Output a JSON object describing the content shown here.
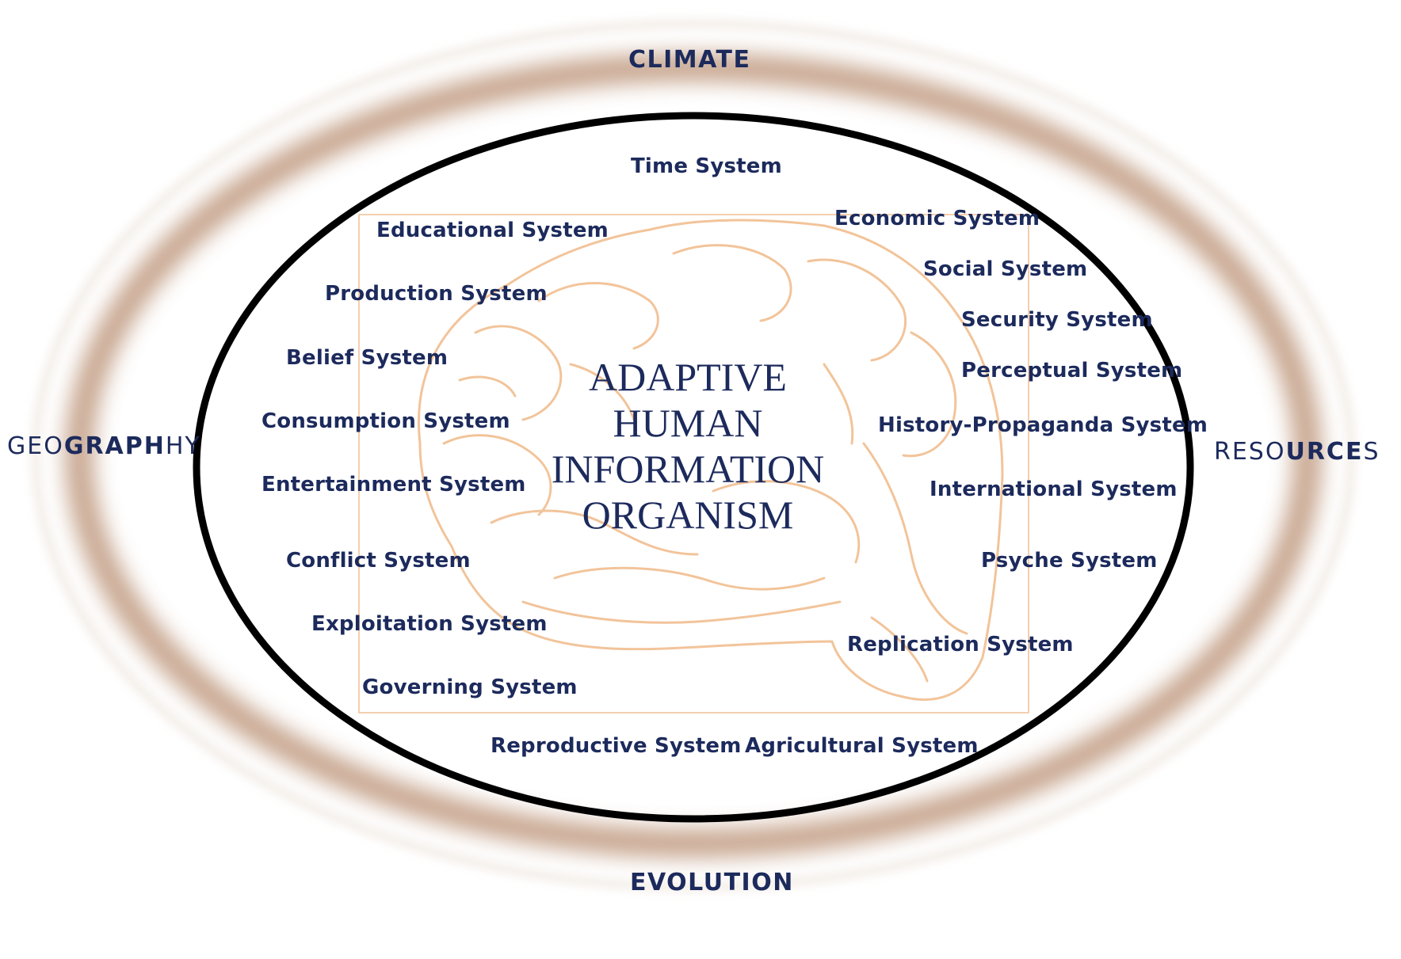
{
  "center_title": [
    "ADAPTIVE",
    "HUMAN",
    "INFORMATION",
    "ORGANISM"
  ],
  "outer_labels": {
    "top": "CLIMATE",
    "bottom": "EVOLUTION",
    "left": {
      "part1": "GEO",
      "part2": "GRAPH",
      "part3": "HY"
    },
    "right": {
      "part1": "RESO",
      "part2": "URCE",
      "part3": "S"
    }
  },
  "systems": {
    "time": "Time System",
    "educational": "Educational System",
    "economic": "Economic System",
    "social": "Social System",
    "production": "Production System",
    "security": "Security System",
    "belief": "Belief System",
    "perceptual": "Perceptual System",
    "consumption": "Consumption System",
    "history_propaganda": "History-Propaganda System",
    "entertainment": "Entertainment System",
    "international": "International System",
    "conflict": "Conflict System",
    "psyche": "Psyche System",
    "exploitation": "Exploitation System",
    "replication": "Replication System",
    "governing": "Governing System",
    "reproductive": "Reproductive System",
    "agricultural": "Agricultural System"
  },
  "colors": {
    "text": "#1c2a5c",
    "ring": "#b98f72",
    "ellipse_border": "#000000",
    "brain_lines": "#f2c49a"
  }
}
